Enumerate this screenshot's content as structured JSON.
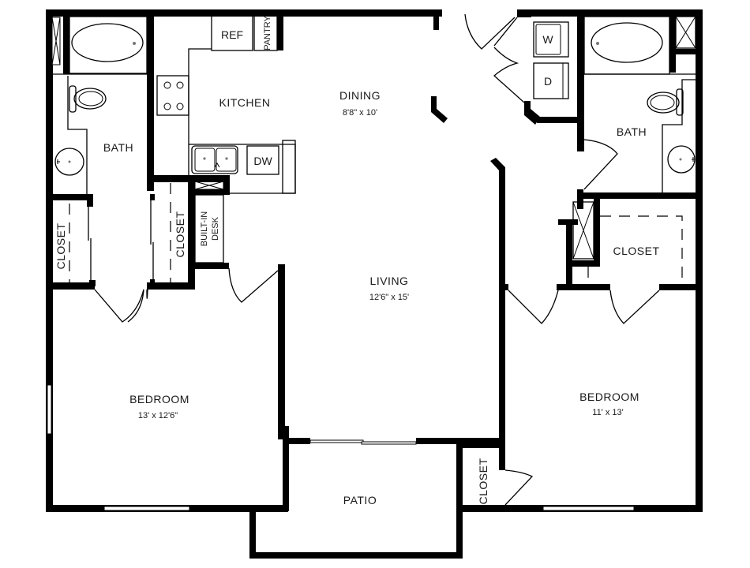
{
  "floor_plan": {
    "rooms": {
      "kitchen": {
        "label": "KITCHEN"
      },
      "dining": {
        "label": "DINING",
        "dimensions": "8'8\" x 10'"
      },
      "living": {
        "label": "LIVING",
        "dimensions": "12'6\" x 15'"
      },
      "bath_left": {
        "label": "BATH"
      },
      "bath_right": {
        "label": "BATH"
      },
      "bedroom_left": {
        "label": "BEDROOM",
        "dimensions": "13' x 12'6\""
      },
      "bedroom_right": {
        "label": "BEDROOM",
        "dimensions": "11' x 13'"
      },
      "closet_left_1": {
        "label": "CLOSET"
      },
      "closet_left_2": {
        "label": "CLOSET"
      },
      "closet_right": {
        "label": "CLOSET"
      },
      "closet_patio": {
        "label": "CLOSET"
      },
      "patio": {
        "label": "PATIO"
      }
    },
    "fixtures": {
      "refrigerator": "REF",
      "pantry": "PANTRY",
      "dishwasher": "DW",
      "washer": "W",
      "dryer": "D",
      "built_in_desk_line1": "BUILT-IN",
      "built_in_desk_line2": "DESK"
    },
    "colors": {
      "wall": "#000000",
      "background": "#ffffff",
      "text": "#1a1a1a"
    }
  }
}
